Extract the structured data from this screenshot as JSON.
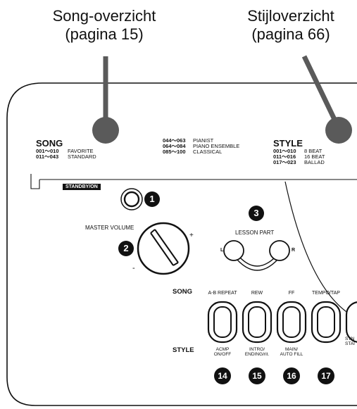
{
  "callouts": {
    "song_line1": "Song-overzicht",
    "song_line2": "(pagina 15)",
    "style_line1": "Stijloverzicht",
    "style_line2": "(pagina 66)"
  },
  "song_panel": {
    "heading": "SONG",
    "ranges_a": "001～010\n011～043",
    "cats_a": "FAVORITE\nSTANDARD",
    "ranges_b": "044～063\n064～084\n085～100",
    "cats_b": "PIANIST\nPIANO ENSEMBLE\nCLASSICAL"
  },
  "style_panel": {
    "heading": "STYLE",
    "ranges": "001～010\n011～016\n017～023",
    "cats": "8 BEAT\n16 BEAT\nBALLAD"
  },
  "controls": {
    "standby_label": "STANDBY/ON",
    "master_volume_label": "MASTER VOLUME",
    "vol_plus": "+",
    "vol_minus": "-",
    "lesson_part_label": "LESSON PART",
    "lesson_l": "L",
    "lesson_r": "R"
  },
  "buttons": {
    "row_song_label": "SONG",
    "row_style_label": "STYLE",
    "b1_top": "A-B REPEAT",
    "b1_bottom": "ACMP\nON/OFF",
    "b2_top": "REW",
    "b2_bottom": "INTRO/\nENDING/rit.",
    "b3_top": "FF",
    "b3_bottom": "MAIN/\nAUTO FILL",
    "b4_top": "TEMPO/TAP",
    "b5_bottom": "SYN\nSTAI"
  },
  "numbers": {
    "n1": "1",
    "n2": "2",
    "n3": "3",
    "n14": "14",
    "n15": "15",
    "n16": "16",
    "n17": "17"
  },
  "colors": {
    "ink": "#111111",
    "marker_gray": "#5a5a5a",
    "background": "#ffffff"
  }
}
